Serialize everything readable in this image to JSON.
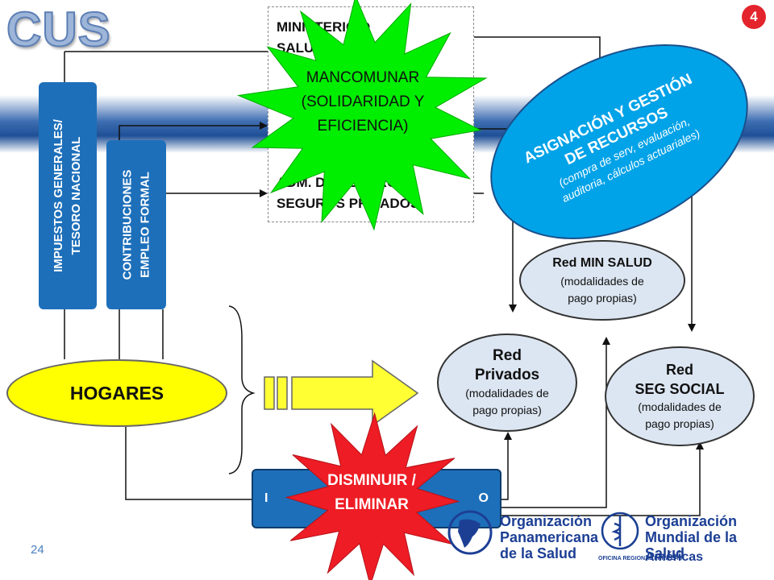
{
  "page": {
    "number_badge": "4",
    "slide_number": "24",
    "logo_text": "CUS"
  },
  "colors": {
    "blue_box": "#1d6fba",
    "hogares": "#ffff00",
    "network": "#dce6f2",
    "asignacion": "#00a2e8",
    "green_star": "#00ee00",
    "red_star": "#ee1c24",
    "arrow": "#ffff33"
  },
  "sources": {
    "impuestos": {
      "line1": "IMPUESTOS GENERALES/",
      "line2": "TESORO NACIONAL"
    },
    "contribuciones": {
      "line1": "CONTRIBUCIONES",
      "line2": "EMPLEO FORMAL"
    }
  },
  "ministry": {
    "line1": "MINISTERIO D",
    "line2": "SALUD (GB",
    "line3": "ADM. DE SEGUROS",
    "line4": "SEGUROS PRIVADOS"
  },
  "hogares": {
    "label": "HOGARES"
  },
  "asignacion": {
    "line1": "ASIGNACIÓN Y GESTIÓN",
    "line2": "DE RECURSOS",
    "line3": "(compra de serv, evaluación,",
    "line4": "auditoria, cálculos actuariales)"
  },
  "networks": {
    "min_salud": {
      "title": "Red MIN SALUD",
      "sub1": "(modalidades de",
      "sub2": "pago propias)"
    },
    "privados": {
      "title1": "Red",
      "title2": "Privados",
      "sub1": "(modalidades de",
      "sub2": "pago propias)"
    },
    "seg_social": {
      "title1": "Red",
      "title2": "SEG SOCIAL",
      "sub1": "(modalidades de",
      "sub2": "pago propias)"
    }
  },
  "pocket_box": {
    "left_fragment": "I",
    "right_fragment": "O"
  },
  "stars": {
    "green": {
      "line1": "MANCOMUNAR",
      "line2": "(SOLIDARIDAD Y",
      "line3": "EFICIENCIA)"
    },
    "red": {
      "line1": "DISMINUIR /",
      "line2": "ELIMINAR"
    }
  },
  "logos": {
    "ops": {
      "line1": "Organización",
      "line2": "Panamericana",
      "line3": "de la Salud"
    },
    "oms": {
      "line1": "Organización",
      "line2": "Mundial de la Salud",
      "small": "OFICINA REGIONAL PARA LAS",
      "region": "Américas"
    }
  }
}
